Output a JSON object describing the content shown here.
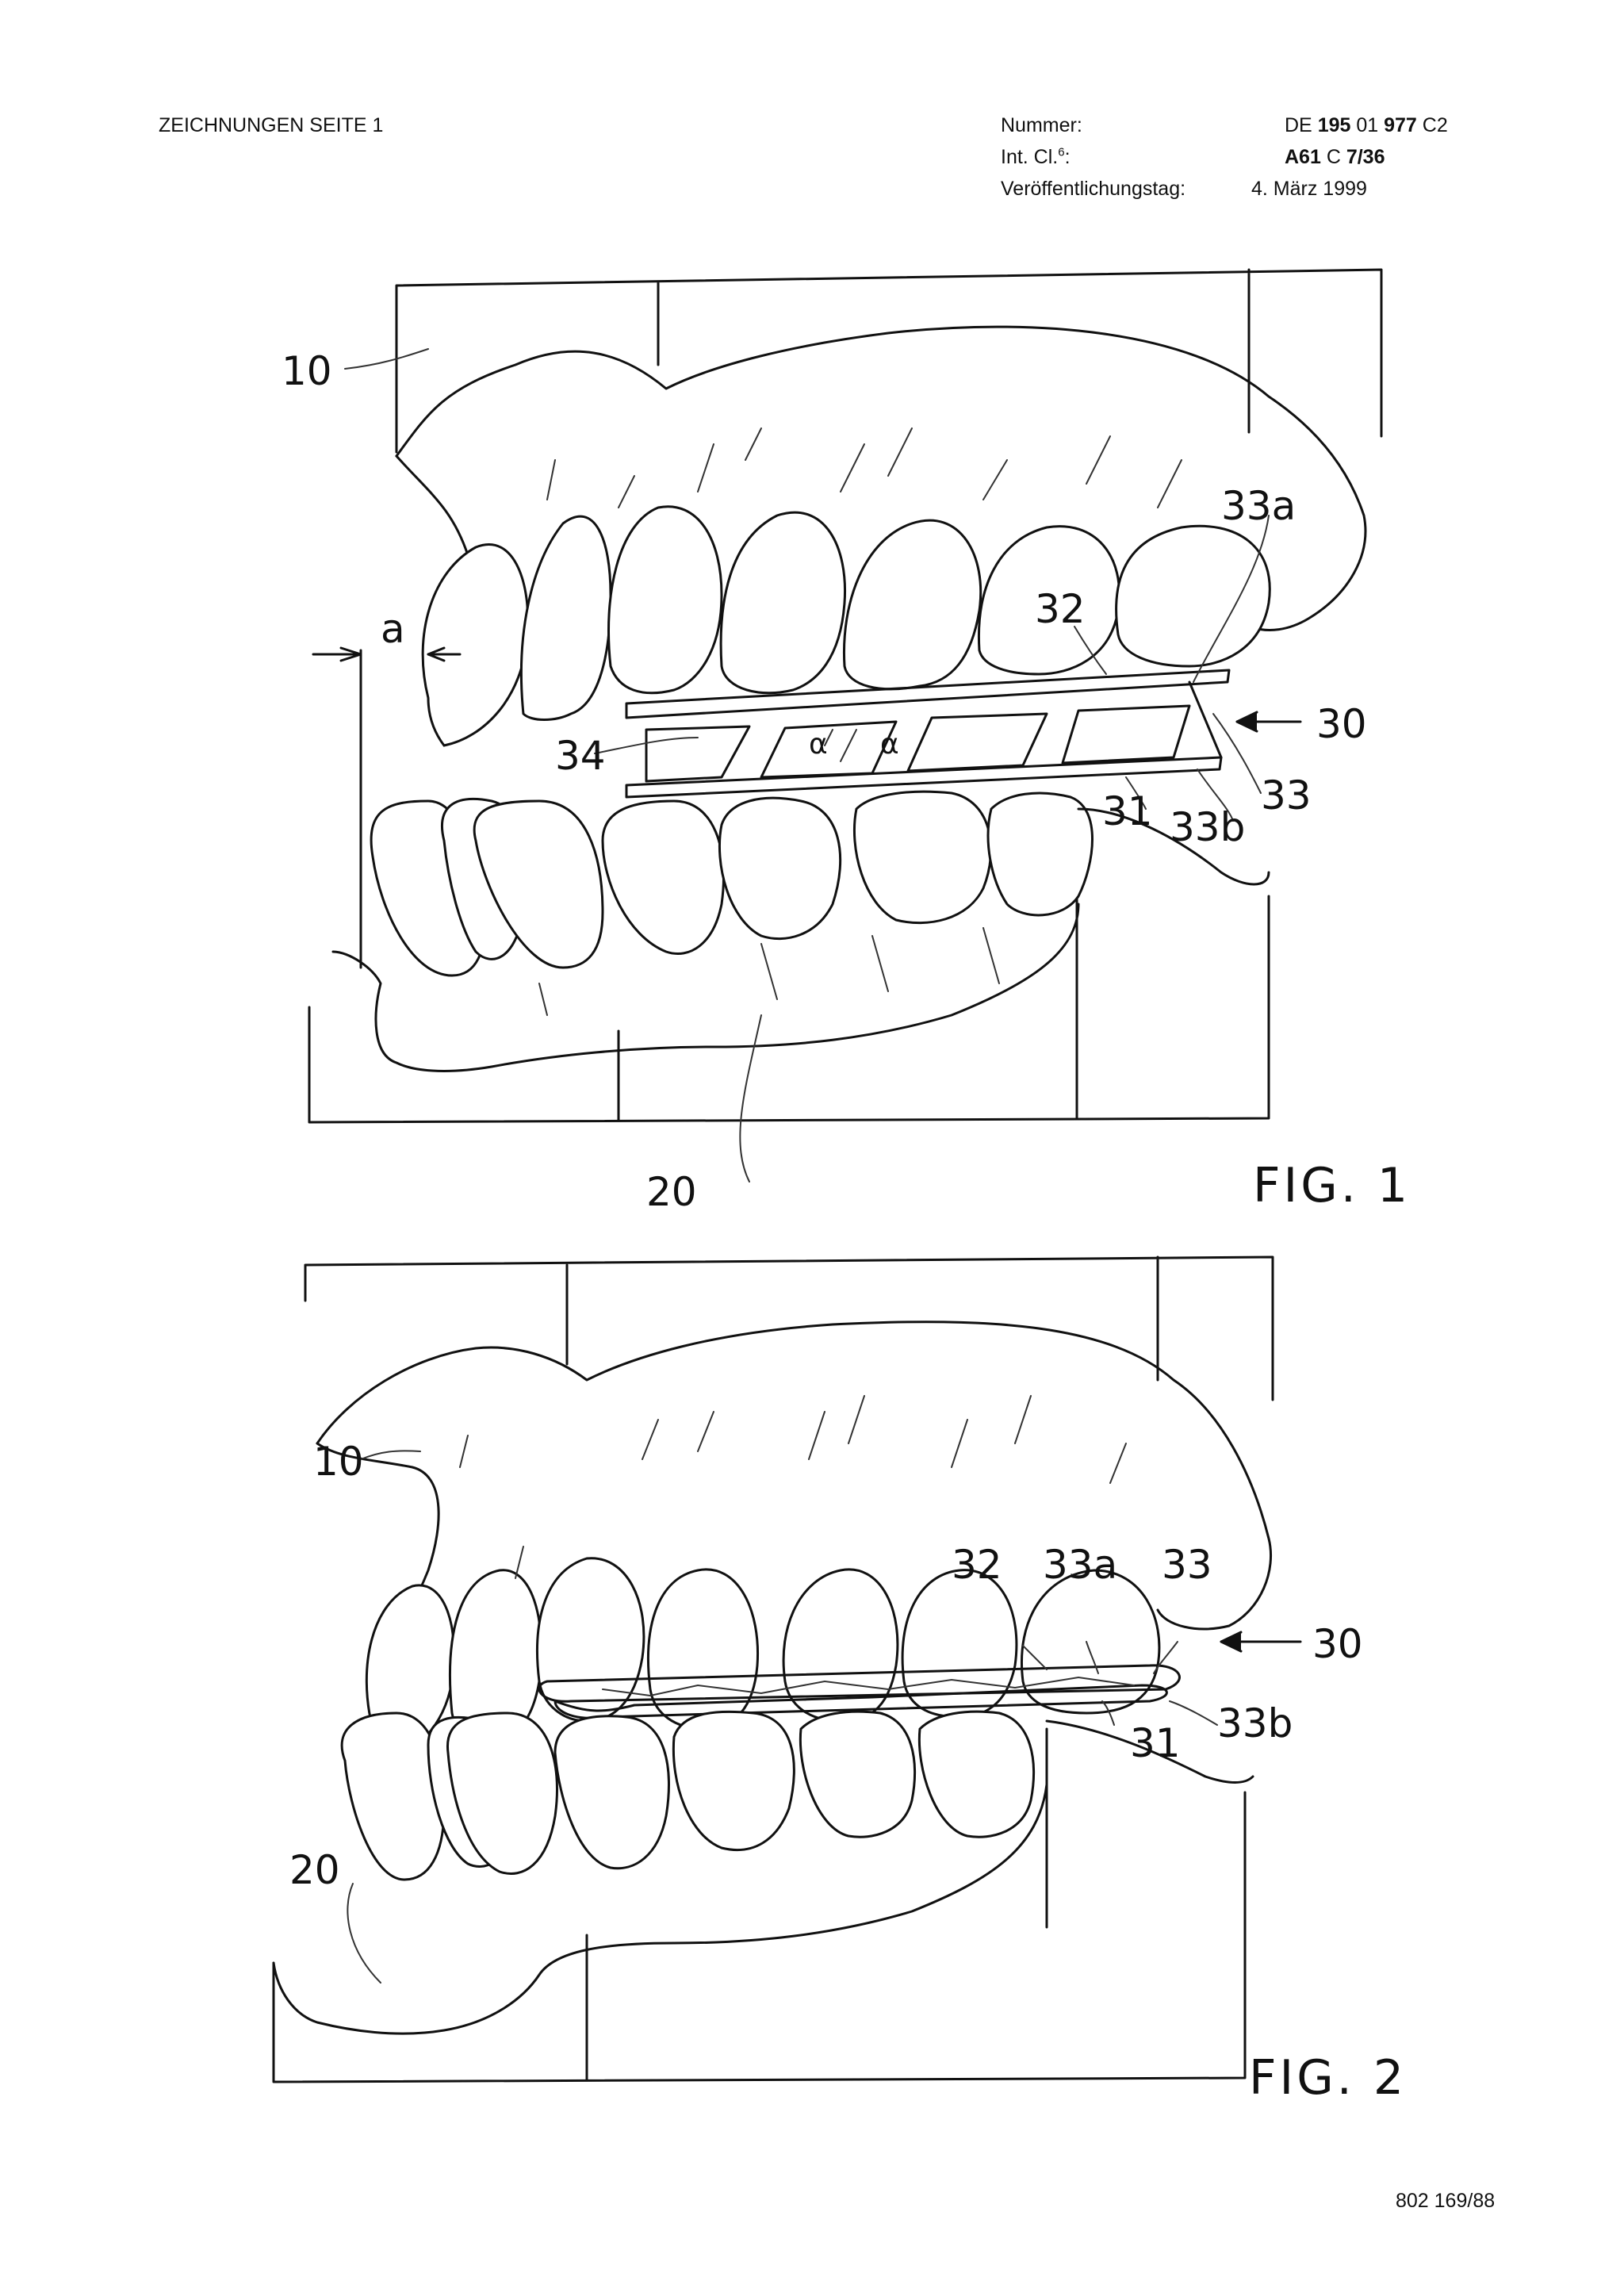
{
  "header": {
    "left": "ZEICHNUNGEN SEITE 1",
    "nummer_label": "Nummer:",
    "nummer_value_prefix": "DE ",
    "nummer_value_bold1": "195",
    "nummer_value_mid": " 01 ",
    "nummer_value_bold2": "977",
    "nummer_value_suffix": " C2",
    "intcl_label": "Int. Cl.",
    "intcl_sup": "6",
    "intcl_colon": ":",
    "intcl_value_bold1": "A61",
    "intcl_value_mid": " C ",
    "intcl_value_bold2": "7/36",
    "date_label": "Veröffentlichungstag:",
    "date_value": "4. März 1999"
  },
  "fig1": {
    "caption": "FIG. 1",
    "labels": {
      "l10": "10",
      "la": "a",
      "l33a": "33a",
      "l32": "32",
      "l30": "30",
      "l34": "34",
      "l33": "33",
      "l31": "31",
      "l33b": "33b",
      "l20": "20",
      "alpha1": "α",
      "alpha2": "α"
    }
  },
  "fig2": {
    "caption": "FIG. 2",
    "labels": {
      "l10": "10",
      "l32": "32",
      "l33a": "33a",
      "l33": "33",
      "l30": "30",
      "l31": "31",
      "l33b": "33b",
      "l20": "20"
    }
  },
  "footer": {
    "code": "802 169/88"
  }
}
